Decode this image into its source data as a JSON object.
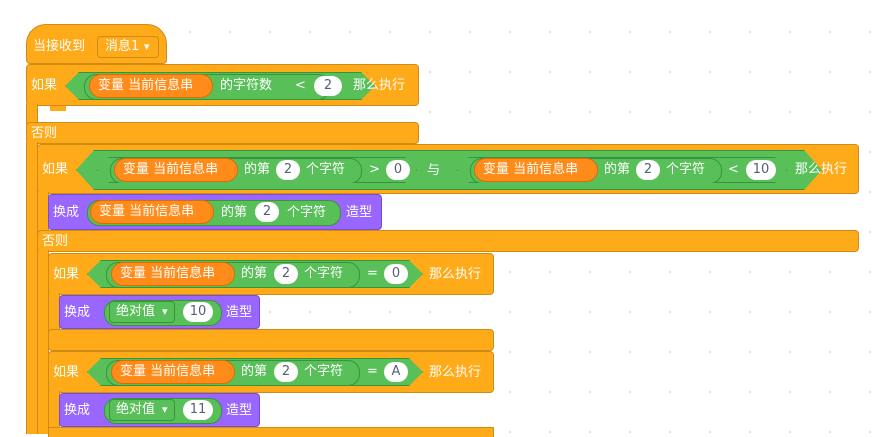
{
  "hat": {
    "label": "当接收到",
    "message": "消息1"
  },
  "if_top": {
    "if": "如果",
    "var": "变量 当前信息串",
    "len_of": "的字符数",
    "lt": "<",
    "num": "2",
    "then": "那么执行"
  },
  "else_top": "否则",
  "if_mid": {
    "if": "如果",
    "var1": "变量 当前信息串",
    "of1": "的第",
    "n1": "2",
    "char1": "个字符",
    "gt": ">",
    "v1": "0",
    "and": "与",
    "var2": "变量 当前信息串",
    "of2": "的第",
    "n2": "2",
    "char2": "个字符",
    "lt": "<",
    "v2": "10",
    "then": "那么执行"
  },
  "switch1": {
    "switch": "换成",
    "var": "变量 当前信息串",
    "of": "的第",
    "n": "2",
    "char": "个字符",
    "costume": "造型"
  },
  "else_mid": "否则",
  "if_eq0": {
    "if": "如果",
    "var": "变量 当前信息串",
    "of": "的第",
    "n": "2",
    "char": "个字符",
    "eq": "=",
    "v": "0",
    "then": "那么执行"
  },
  "switch2": {
    "switch": "换成",
    "menu": "绝对值",
    "num": "10",
    "costume": "造型"
  },
  "if_eqA": {
    "if": "如果",
    "var": "变量 当前信息串",
    "of": "的第",
    "n": "2",
    "char": "个字符",
    "eq": "=",
    "v": "A",
    "then": "那么执行"
  },
  "switch3": {
    "switch": "换成",
    "menu": "绝对值",
    "num": "11",
    "costume": "造型"
  },
  "icons": {
    "dropdown": "▾"
  },
  "colors": {
    "events": "#ffab19",
    "looks": "#9966ff",
    "operators": "#59c059",
    "variables": "#ff8c1a"
  }
}
